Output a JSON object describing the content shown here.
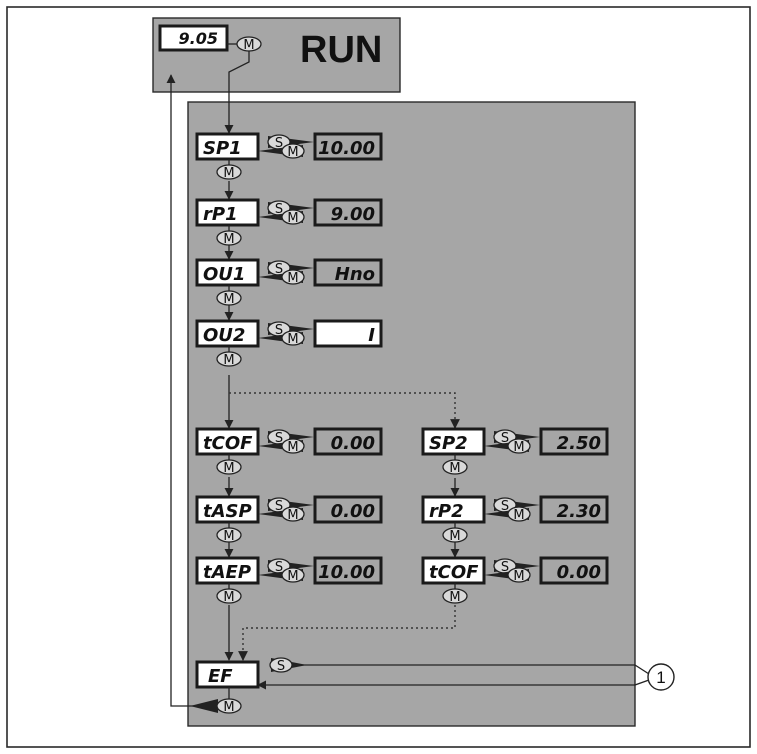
{
  "run_display": {
    "value": "9.05",
    "button": "M",
    "mode_label": "RUN"
  },
  "buttons": {
    "set": "S",
    "mode": "M"
  },
  "left_column": [
    {
      "param": "SP1",
      "value": "10.00"
    },
    {
      "param": "rP1",
      "value": "9.00"
    },
    {
      "param": "OU1",
      "value": "Hno"
    },
    {
      "param": "OU2",
      "value": "I"
    },
    {
      "param": "tCOF",
      "value": "0.00"
    },
    {
      "param": "tASP",
      "value": "0.00"
    },
    {
      "param": "tAEP",
      "value": "10.00"
    }
  ],
  "right_column": [
    {
      "param": "SP2",
      "value": "2.50"
    },
    {
      "param": "rP2",
      "value": "2.30"
    },
    {
      "param": "tCOF",
      "value": "0.00"
    }
  ],
  "final": {
    "param": "EF"
  },
  "callout": "1",
  "colors": {
    "panel": "#a6a6a6",
    "frame": "#2a2a2a",
    "white": "#ffffff",
    "dotted": "#333333"
  }
}
